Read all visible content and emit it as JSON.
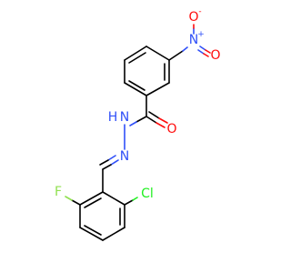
{
  "molecule": {
    "atoms": {
      "nitro_n": "N",
      "nitro_n_charge": "+",
      "nitro_o1": "O",
      "nitro_o1_charge": "-",
      "nitro_o2": "O",
      "carbonyl_o": "O",
      "amide_n": "N",
      "amide_h": "H",
      "imine_n": "N",
      "fluorine": "F",
      "chlorine": "Cl"
    },
    "colors": {
      "carbon": "#000000",
      "nitrogen": "#3050F8",
      "oxygen": "#FF0D0D",
      "fluorine": "#90E050",
      "chlorine": "#1FF01F"
    }
  }
}
